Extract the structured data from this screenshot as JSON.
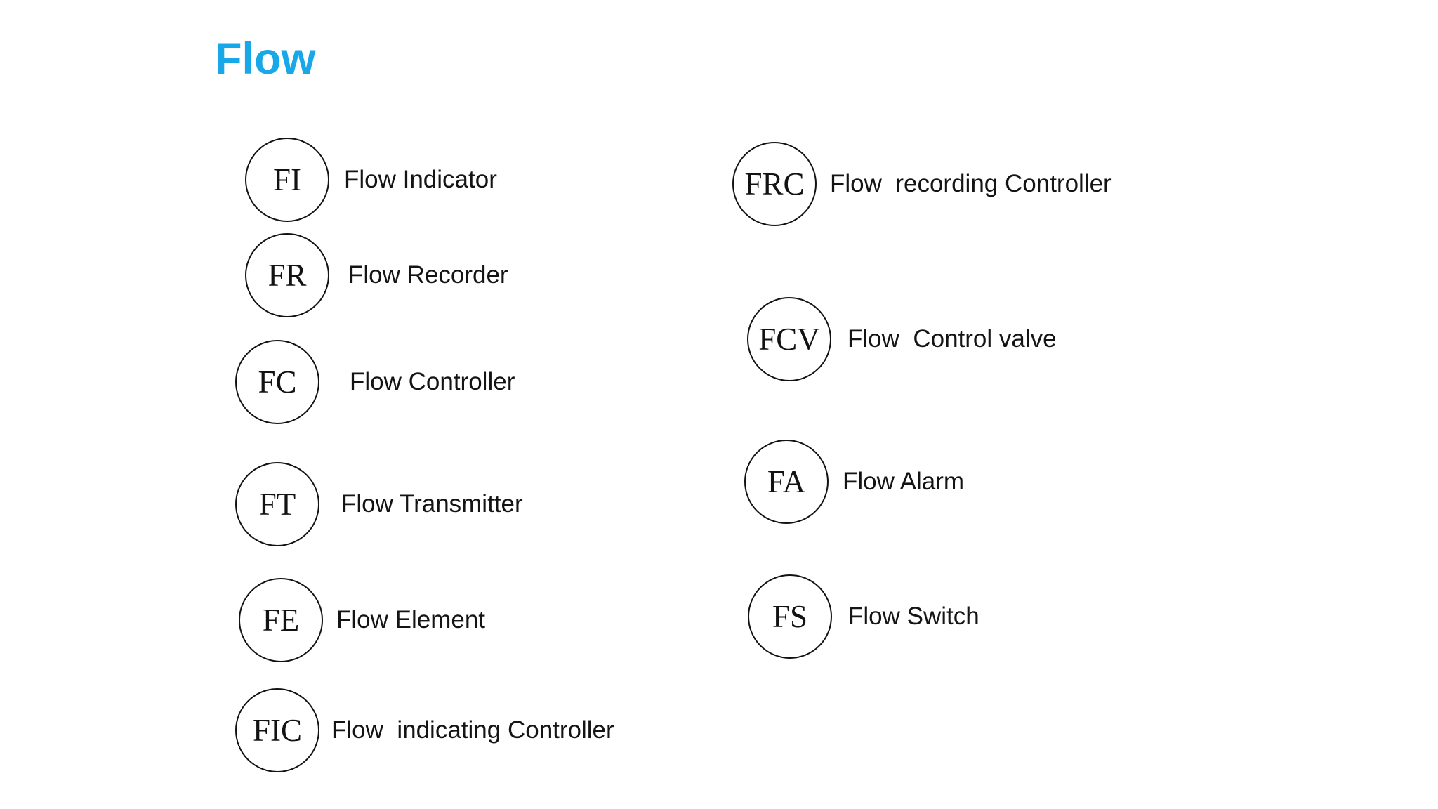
{
  "title": {
    "text": "Flow",
    "color": "#18a8e8"
  },
  "legend": {
    "left_column": [
      {
        "code": "FI",
        "label": "Flow Indicator"
      },
      {
        "code": "FR",
        "label": "Flow Recorder"
      },
      {
        "code": "FC",
        "label": "Flow Controller"
      },
      {
        "code": "FT",
        "label": "Flow Transmitter"
      },
      {
        "code": "FE",
        "label": "Flow Element"
      },
      {
        "code": "FIC",
        "label": "Flow  indicating Controller"
      }
    ],
    "right_column": [
      {
        "code": "FRC",
        "label": "Flow  recording Controller"
      },
      {
        "code": "FCV",
        "label": "Flow  Control valve"
      },
      {
        "code": "FA",
        "label": "Flow Alarm"
      },
      {
        "code": "FS",
        "label": "Flow Switch"
      }
    ]
  }
}
